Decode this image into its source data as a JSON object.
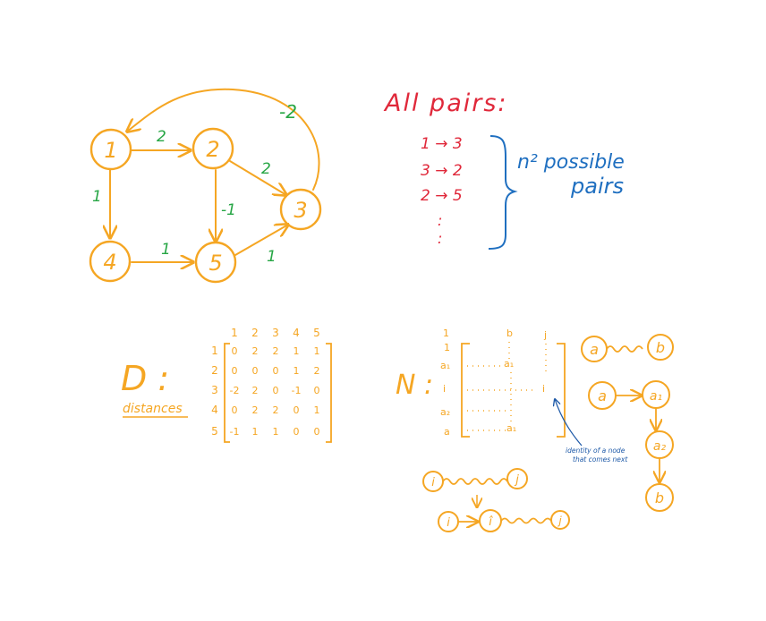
{
  "colors": {
    "graph": "#f5a623",
    "weight": "#27a645",
    "red": "#e0283a",
    "blue": "#1f6fc0",
    "note": "#1f5aa8"
  },
  "graph": {
    "nodes": [
      "1",
      "2",
      "3",
      "4",
      "5"
    ],
    "weights": {
      "e31": "-2",
      "e12": "2",
      "e23": "2",
      "e14": "1",
      "e25": "-1",
      "e45": "1",
      "e53": "1"
    }
  },
  "all_pairs": {
    "title": "All pairs:",
    "pairs": [
      "1 → 3",
      "3 → 2",
      "2 → 5"
    ],
    "ellipsis": ":",
    "note_line1": "n² possible",
    "note_line2": "pairs"
  },
  "distances": {
    "symbol": "D :",
    "label": "distances",
    "col_headers": [
      "1",
      "2",
      "3",
      "4",
      "5"
    ],
    "row_headers": [
      "1",
      "2",
      "3",
      "4",
      "5"
    ],
    "rows": [
      [
        "0",
        "2",
        "2",
        "1",
        "1"
      ],
      [
        "0",
        "0",
        "0",
        "1",
        "2"
      ],
      [
        "-2",
        "2",
        "0",
        "-1",
        "0"
      ],
      [
        "0",
        "2",
        "2",
        "0",
        "1"
      ],
      [
        "-1",
        "1",
        "1",
        "0",
        "0"
      ]
    ]
  },
  "next_matrix": {
    "symbol": "N :",
    "col_headers": [
      "1",
      "b",
      "j"
    ],
    "row_headers": [
      "1",
      "a₁",
      "i",
      "a₂",
      "a"
    ],
    "cells": [
      "a₁",
      "i",
      "a₁"
    ],
    "note_line1": "identity of a node",
    "note_line2": "that comes next"
  },
  "paths": {
    "ab": [
      "a",
      "b"
    ],
    "chain": [
      "a",
      "a₁",
      "a₂",
      "b"
    ],
    "ij": [
      "i",
      "j"
    ],
    "iij": [
      "i",
      "î",
      "j"
    ]
  }
}
